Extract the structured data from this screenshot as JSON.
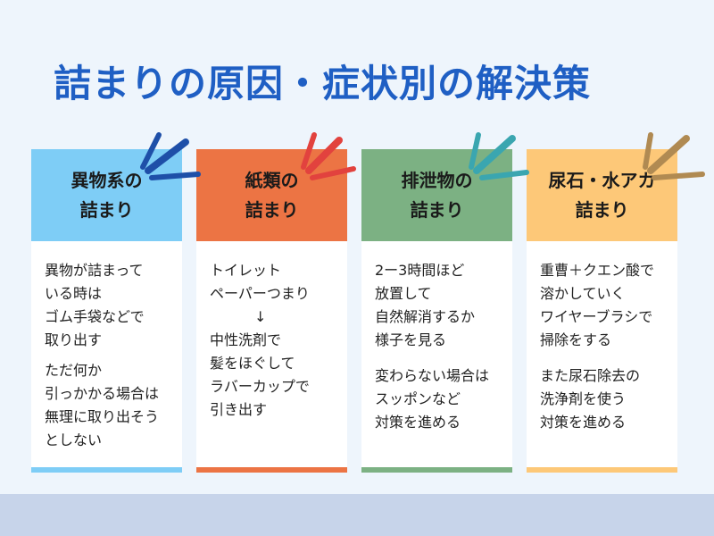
{
  "title": "詰まりの原因・症状別の解決策",
  "cards": [
    {
      "heading": [
        "異物系の",
        "詰まり"
      ],
      "color": "#7ecdf6",
      "paragraphs": [
        [
          "異物が詰まって",
          "いる時は",
          "ゴム手袋などで",
          "取り出す"
        ],
        [
          "ただ何か",
          "引っかかる場合は",
          "無理に取り出そう",
          "としない"
        ]
      ]
    },
    {
      "heading": [
        "紙類の",
        "詰まり"
      ],
      "color": "#ec7444",
      "paragraphs": [
        [
          "トイレット",
          "ペーパーつまり",
          "↓",
          "中性洗剤で",
          "髪をほぐして",
          "ラバーカップで",
          "引き出す"
        ]
      ]
    },
    {
      "heading": [
        "排泄物の",
        "詰まり"
      ],
      "color": "#7cb183",
      "paragraphs": [
        [
          "2ー3時間ほど",
          "放置して",
          "自然解消するか",
          "様子を見る"
        ],
        [
          "変わらない場合は",
          "スッポンなど",
          "対策を進める"
        ]
      ]
    },
    {
      "heading": [
        "尿石・水アカ",
        "詰まり"
      ],
      "color": "#fdc878",
      "paragraphs": [
        [
          "重曹＋クエン酸で",
          "溶かしていく",
          "ワイヤーブラシで",
          "掃除をする"
        ],
        [
          "また尿石除去の",
          "洗浄剤を使う",
          "対策を進める"
        ]
      ]
    }
  ],
  "accents": [
    "#1e4fa8",
    "#e2423e",
    "#3aa6b0",
    "#b08a52"
  ]
}
